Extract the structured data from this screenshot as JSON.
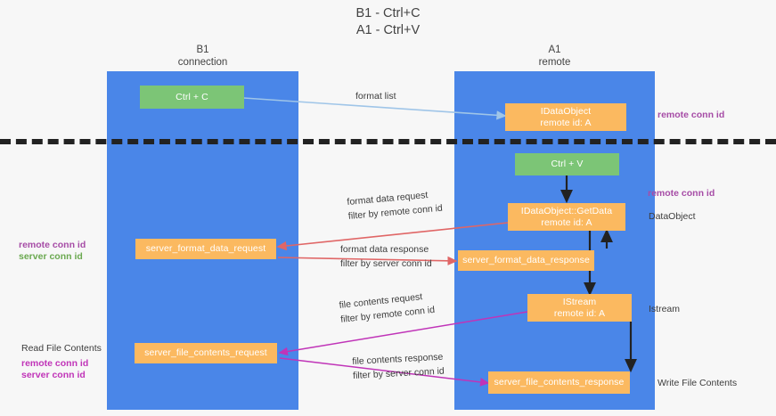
{
  "title": {
    "line1": "B1 - Ctrl+C",
    "line2": "A1 - Ctrl+V"
  },
  "lanes": [
    {
      "name": "B1",
      "sub": "connection"
    },
    {
      "name": "A1",
      "sub": "remote"
    }
  ],
  "boxes": {
    "ctrl_c": "Ctrl + C",
    "ctrl_v": "Ctrl + V",
    "idataobject_title": "IDataObject",
    "idataobject_sub": "remote id: A",
    "getdata_title": "IDataObject::GetData",
    "getdata_sub": "remote id: A",
    "istream_title": "IStream",
    "istream_sub": "remote id: A",
    "server_format_data_request": "server_format_data_request",
    "server_format_data_response": "server_format_data_response",
    "server_file_contents_request": "server_file_contents_request",
    "server_file_contents_response": "server_file_contents_response"
  },
  "edge_labels": {
    "format_list": "format list",
    "format_data_request": "format data request",
    "format_data_request_filter_prefix": "filter by ",
    "format_data_request_filter_key": "remote conn id",
    "format_data_response": "format data response",
    "format_data_response_filter_prefix": "filter by ",
    "format_data_response_filter_key": "server conn id",
    "file_contents_request": "file contents request",
    "file_contents_request_filter_prefix": "filter by ",
    "file_contents_request_filter_key": "remote conn id",
    "file_contents_response": "file contents response",
    "file_contents_response_filter_prefix": "filter by ",
    "file_contents_response_filter_key": "server conn id"
  },
  "annotations": {
    "remote_conn_id_top": "remote conn id",
    "remote_conn_id_mid": "remote conn id",
    "dataobject": "DataObject",
    "istream_side": "Istream",
    "left_remote_conn_id_1": "remote conn id",
    "left_server_conn_id_1": "server conn id",
    "read_file_contents": "Read File Contents",
    "left_remote_conn_id_2": "remote conn id",
    "left_server_conn_id_2": "server conn id",
    "write_file_contents": "Write File Contents"
  },
  "colors": {
    "lane": "#4a86e8",
    "green_box": "#7cc576",
    "orange_box": "#fbb960",
    "purple": "#a64ca6",
    "magenta": "#c034b8",
    "green_text": "#6aa84f",
    "red_arrow": "#e06666",
    "blue_arrow": "#9fc5e8",
    "black_arrow": "#222222",
    "background": "#f7f7f7"
  }
}
